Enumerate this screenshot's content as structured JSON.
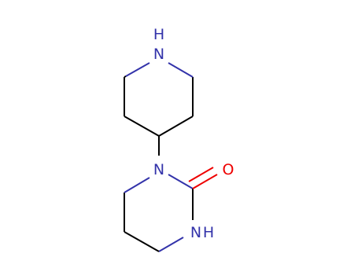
{
  "molecule": {
    "atom_labels": {
      "piperidine_nh": "H",
      "piperidine_n": "N",
      "ring_n": "N",
      "oxygen": "O",
      "amide_n": "N",
      "amide_h": "H"
    },
    "colors": {
      "bond": "#000000",
      "nitrogen": "#3333aa",
      "oxygen": "#ee0000"
    }
  }
}
